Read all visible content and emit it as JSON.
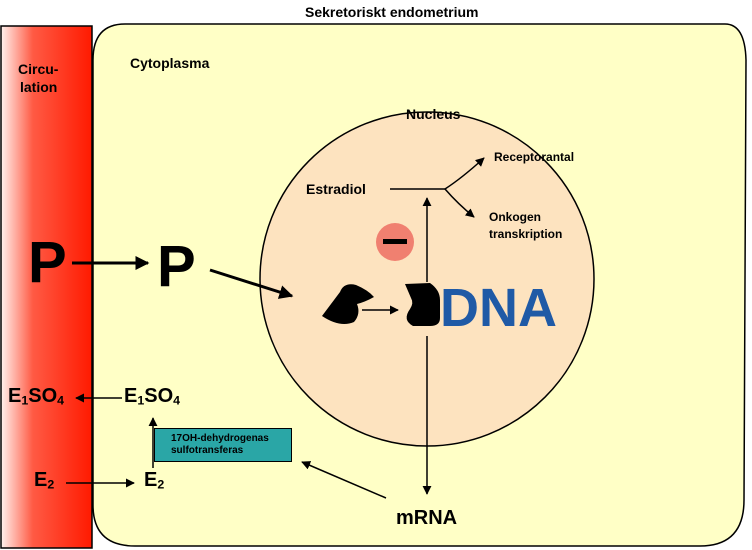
{
  "title": "Sekretoriskt endometrium",
  "circulation": {
    "line1": "Circu-",
    "line2": "lation"
  },
  "cytoplasm_label": "Cytoplasma",
  "nucleus_label": "Nucleus",
  "hormone_p": "P",
  "estradiol": "Estradiol",
  "receptor_count": "Receptorantal",
  "oncogene": {
    "line1": "Onkogen",
    "line2": "transkription"
  },
  "dna": "DNA",
  "inhibition_sign": "−",
  "mrna": "mRNA",
  "e1so4": {
    "base": "E",
    "sub1": "1",
    "mid": "SO",
    "sub2": "4"
  },
  "e2": {
    "base": "E",
    "sub": "2"
  },
  "enzyme": {
    "line1": "17OH-dehydrogenas",
    "line2": "sulfotransferas"
  },
  "colors": {
    "circulation_red": "#ff1a00",
    "cell_fill": "#ffffc6",
    "nucleus_fill": "#fde3bf",
    "dna_blue": "#1f5aa6",
    "inhibit_red": "#f08070",
    "enzyme_teal": "#2aa6a6"
  }
}
